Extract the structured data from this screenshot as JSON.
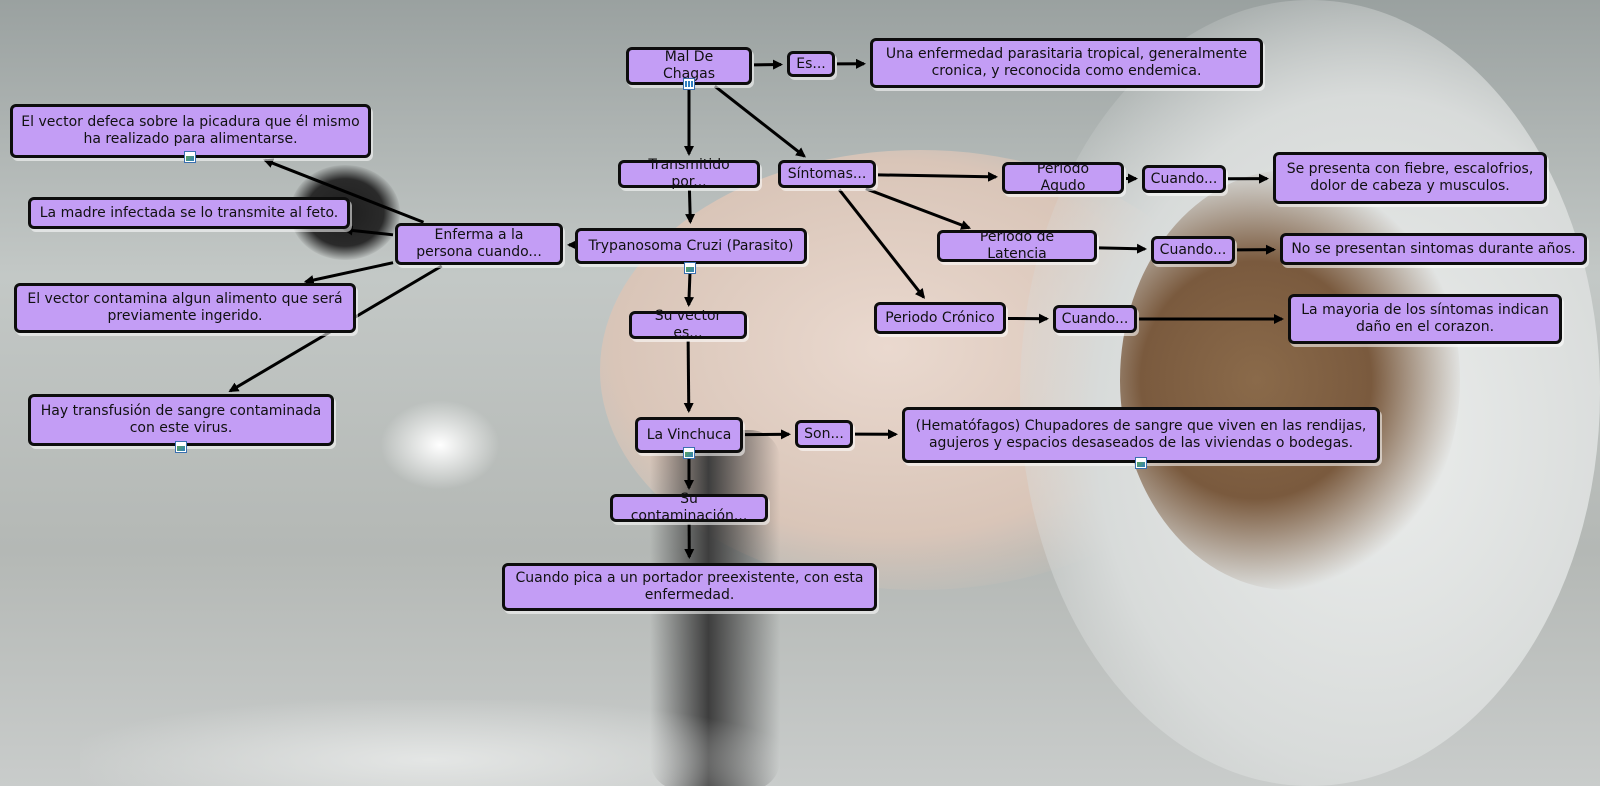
{
  "nodes": {
    "mal_de_chagas": "Mal De Chagas",
    "es": "Es...",
    "definicion": "Una enfermedad parasitaria tropical, generalmente cronica, y reconocida como endemica.",
    "transmitido_por": "Transmitido por...",
    "sintomas": "Síntomas...",
    "periodo_agudo": "Periodo Agudo",
    "cuando_agudo": "Cuando...",
    "agudo_desc": "Se presenta con fiebre, escalofrios, dolor de cabeza y musculos.",
    "periodo_latencia": "Periodo de Latencia",
    "cuando_latencia": "Cuando...",
    "latencia_desc": "No se presentan sintomas durante años.",
    "periodo_cronico": "Periodo Crónico",
    "cuando_cronico": "Cuando...",
    "cronico_desc": "La mayoria de los síntomas indican daño en el corazon.",
    "trypanosoma": "Trypanosoma Cruzi (Parasito)",
    "enferma": "Enferma a la persona cuando...",
    "vector_defeca": "El vector defeca sobre la picadura que él mismo ha realizado para alimentarse.",
    "madre": "La madre infectada se lo transmite al feto.",
    "vector_contamina": "El vector contamina algun alimento que será previamente ingerido.",
    "transfusion": "Hay transfusión de sangre contaminada con este virus.",
    "su_vector": "Su vector es...",
    "vinchuca": "La Vinchuca",
    "son": "Son...",
    "hematofagos": "(Hematófagos) Chupadores de sangre que viven en las rendijas, agujeros y espacios desaseados de las viviendas o bodegas.",
    "su_contaminacion": "Su contaminación...",
    "cuando_pica": "Cuando pica a un portador preexistente, con esta enfermedad."
  },
  "edges": [
    [
      "mal_de_chagas",
      "es"
    ],
    [
      "es",
      "definicion"
    ],
    [
      "mal_de_chagas",
      "transmitido_por"
    ],
    [
      "mal_de_chagas",
      "sintomas"
    ],
    [
      "sintomas",
      "periodo_agudo"
    ],
    [
      "periodo_agudo",
      "cuando_agudo"
    ],
    [
      "cuando_agudo",
      "agudo_desc"
    ],
    [
      "sintomas",
      "periodo_latencia"
    ],
    [
      "periodo_latencia",
      "cuando_latencia"
    ],
    [
      "cuando_latencia",
      "latencia_desc"
    ],
    [
      "sintomas",
      "periodo_cronico"
    ],
    [
      "periodo_cronico",
      "cuando_cronico"
    ],
    [
      "cuando_cronico",
      "cronico_desc"
    ],
    [
      "transmitido_por",
      "trypanosoma"
    ],
    [
      "trypanosoma",
      "enferma"
    ],
    [
      "enferma",
      "vector_defeca"
    ],
    [
      "enferma",
      "madre"
    ],
    [
      "enferma",
      "vector_contamina"
    ],
    [
      "enferma",
      "transfusion"
    ],
    [
      "trypanosoma",
      "su_vector"
    ],
    [
      "su_vector",
      "vinchuca"
    ],
    [
      "vinchuca",
      "son"
    ],
    [
      "son",
      "hematofagos"
    ],
    [
      "vinchuca",
      "su_contaminacion"
    ],
    [
      "su_contaminacion",
      "cuando_pica"
    ]
  ],
  "colors": {
    "node_fill": "#c39df5",
    "node_border": "#0d0d0d",
    "edge": "#000000"
  },
  "icons": {
    "mal_de_chagas": "film-icon",
    "vector_defeca": "image-icon",
    "trypanosoma": "image-icon",
    "transfusion": "image-icon",
    "vinchuca": "image-icon",
    "hematofagos": "image-icon"
  }
}
